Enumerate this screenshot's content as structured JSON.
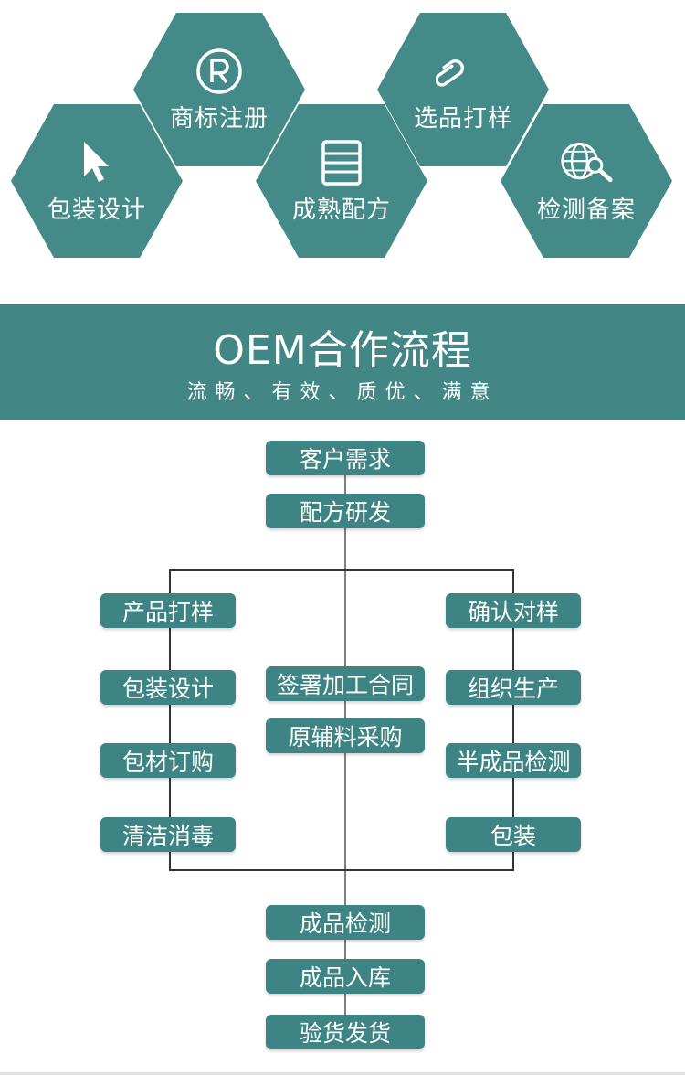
{
  "features": [
    {
      "label": "包装设计",
      "icon": "cursor-arrow-icon"
    },
    {
      "label": "商标注册",
      "icon": "registered-trademark-icon"
    },
    {
      "label": "成熟配方",
      "icon": "document-list-icon"
    },
    {
      "label": "选品打样",
      "icon": "paperclip-icon"
    },
    {
      "label": "检测备案",
      "icon": "globe-magnifier-icon"
    }
  ],
  "banner": {
    "title": "OEM合作流程",
    "subtitle": "流畅、有效、质优、满意"
  },
  "flow": {
    "top": [
      "客户需求",
      "配方研发"
    ],
    "left": [
      "产品打样",
      "包装设计",
      "包材订购",
      "清洁消毒"
    ],
    "center": [
      "签署加工合同",
      "原辅料采购"
    ],
    "right": [
      "确认对样",
      "组织生产",
      "半成品检测",
      "包装"
    ],
    "bottom": [
      "成品检测",
      "成品入库",
      "验货发货"
    ]
  },
  "colors": {
    "teal": "#438a89",
    "box": "#3e8484",
    "line": "#555555"
  }
}
